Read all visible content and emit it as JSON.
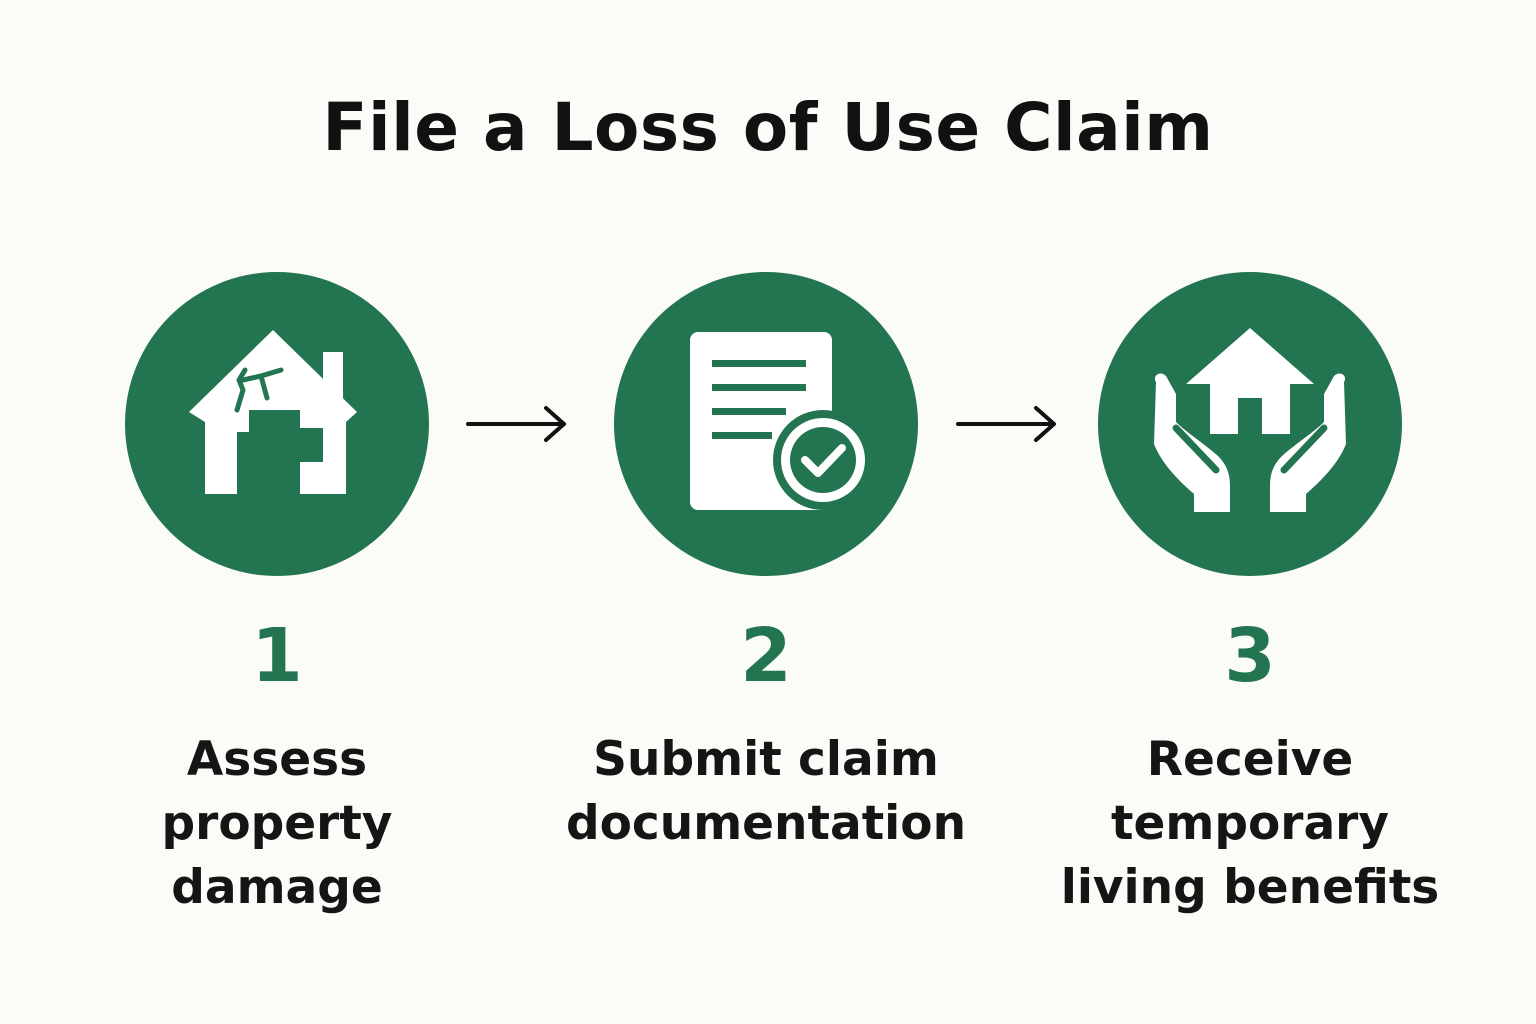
{
  "title": "File a Loss of Use Claim",
  "colors": {
    "accent": "#237450",
    "icon_fill": "#ffffff",
    "text": "#111111",
    "arrow": "#111111"
  },
  "steps": [
    {
      "number": "1",
      "icon": "damaged-house-icon",
      "label_lines": [
        "Assess",
        "property",
        "damage"
      ]
    },
    {
      "number": "2",
      "icon": "document-checkmark-icon",
      "label_lines": [
        "Submit claim",
        "documentation"
      ]
    },
    {
      "number": "3",
      "icon": "hands-holding-house-icon",
      "label_lines": [
        "Receive",
        "temporary",
        "living benefits"
      ]
    }
  ],
  "connectors": [
    "right-arrow-icon",
    "right-arrow-icon"
  ]
}
